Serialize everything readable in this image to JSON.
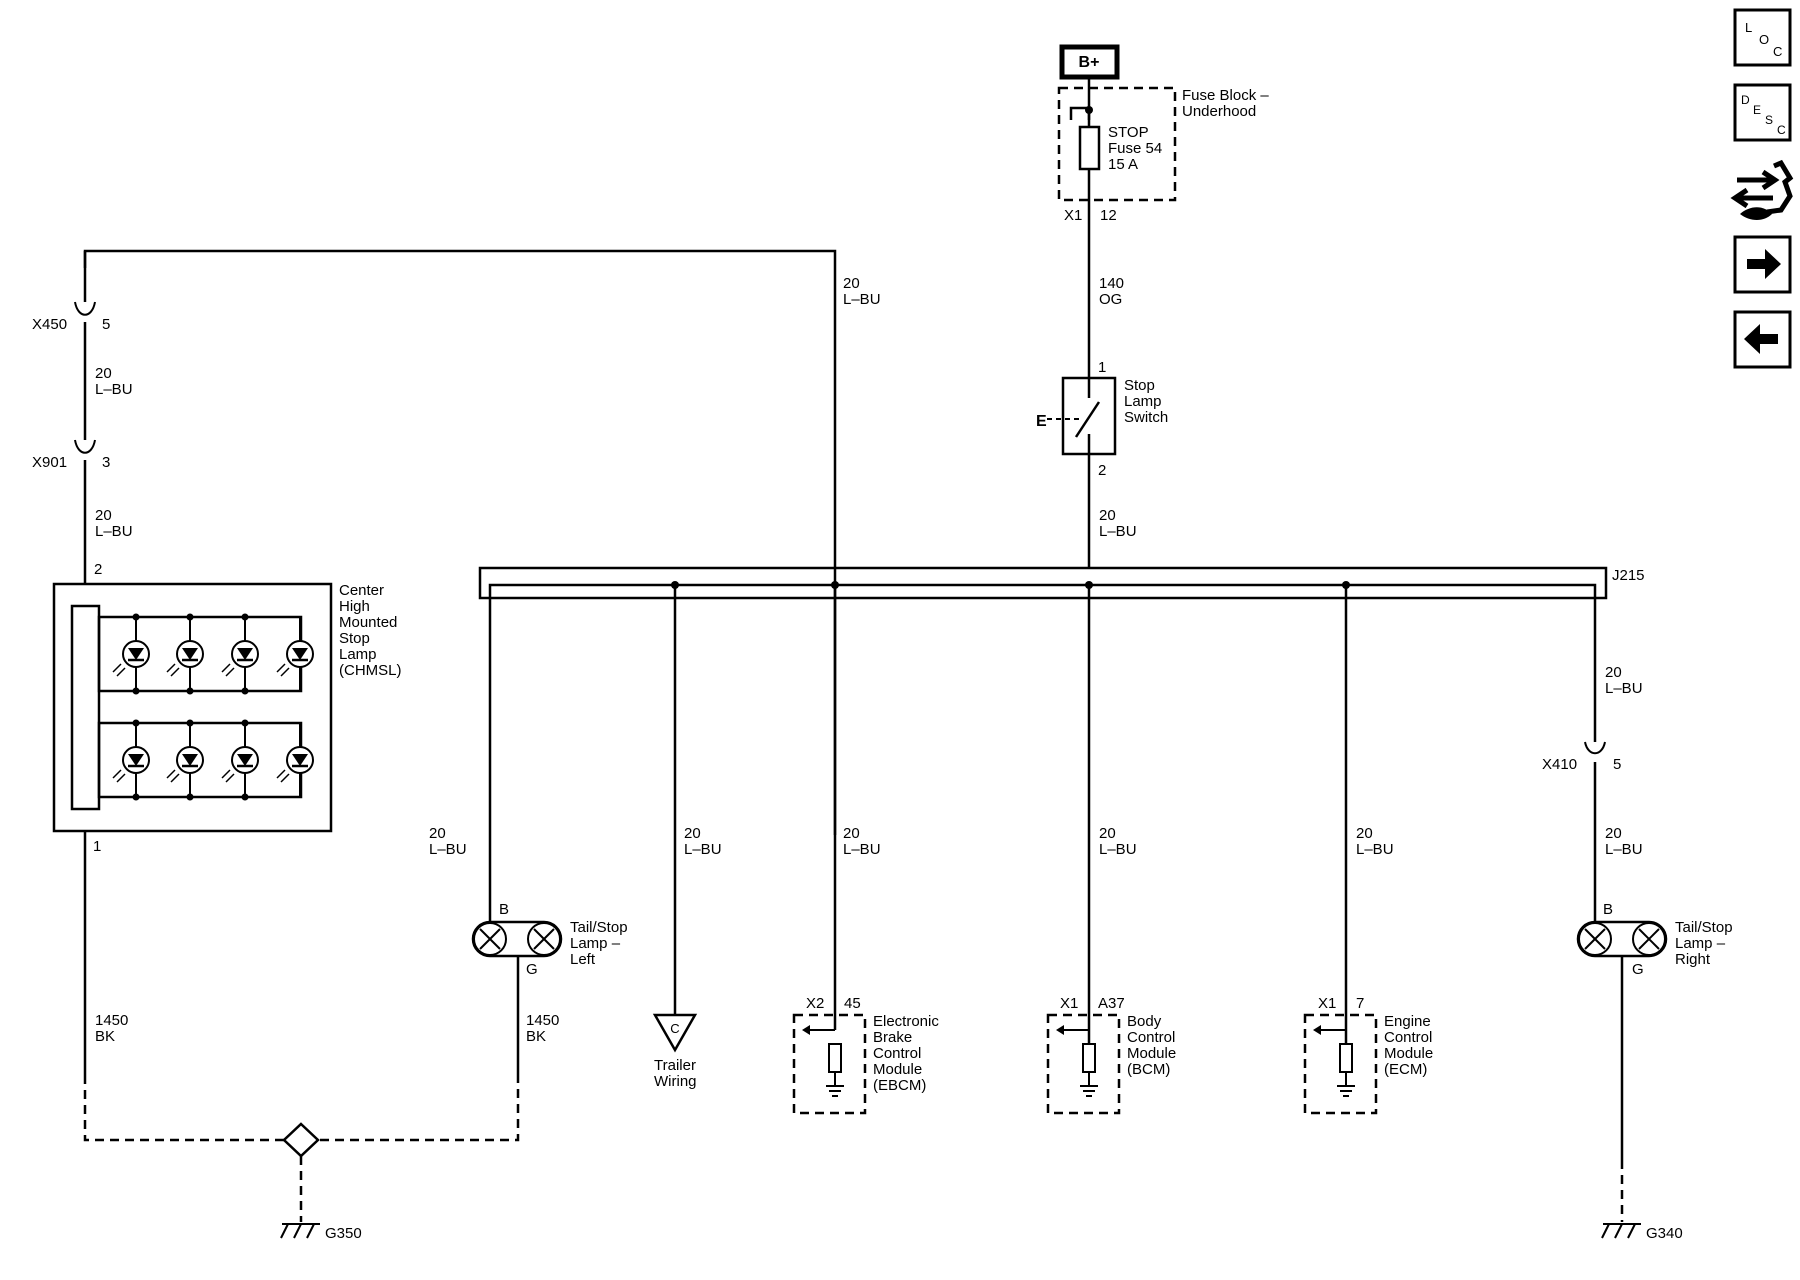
{
  "power": {
    "source": "B+"
  },
  "fuse_block": {
    "name_line1": "Fuse Block –",
    "name_line2": "Underhood",
    "fuse_line1": "STOP",
    "fuse_line2": "Fuse 54",
    "fuse_line3": "15 A",
    "conn": "X1",
    "pin": "12"
  },
  "circuits": {
    "supply": {
      "num": "140",
      "color": "OG"
    },
    "signal": {
      "num": "20",
      "color": "L–BU"
    },
    "ground": {
      "num": "1450",
      "color": "BK"
    }
  },
  "stop_switch": {
    "line1": "Stop",
    "line2": "Lamp",
    "line3": "Switch",
    "pin_in": "1",
    "pin_out": "2",
    "ref": "E"
  },
  "splice": {
    "id": "J215"
  },
  "connectors": {
    "x450": {
      "name": "X450",
      "pin": "5"
    },
    "x901": {
      "name": "X901",
      "pin": "3"
    },
    "x410": {
      "name": "X410",
      "pin": "5"
    }
  },
  "chmsl": {
    "line1": "Center",
    "line2": "High",
    "line3": "Mounted",
    "line4": "Stop",
    "line5": "Lamp",
    "line6": "(CHMSL)",
    "pin_top": "2",
    "pin_bottom": "1"
  },
  "tail_left": {
    "line1": "Tail/Stop",
    "line2": "Lamp –",
    "line3": "Left",
    "pin_b": "B",
    "pin_g": "G"
  },
  "tail_right": {
    "line1": "Tail/Stop",
    "line2": "Lamp –",
    "line3": "Right",
    "pin_b": "B",
    "pin_g": "G"
  },
  "trailer": {
    "line1": "Trailer",
    "line2": "Wiring",
    "ref": "C"
  },
  "ebcm": {
    "conn": "X2",
    "pin": "45",
    "line1": "Electronic",
    "line2": "Brake",
    "line3": "Control",
    "line4": "Module",
    "line5": "(EBCM)"
  },
  "bcm": {
    "conn": "X1",
    "pin": "A37",
    "line1": "Body",
    "line2": "Control",
    "line3": "Module",
    "line4": "(BCM)"
  },
  "ecm": {
    "conn": "X1",
    "pin": "7",
    "line1": "Engine",
    "line2": "Control",
    "line3": "Module",
    "line4": "(ECM)"
  },
  "grounds": {
    "g350": "G350",
    "g340": "G340"
  },
  "nav": {
    "loc": {
      "l": "L",
      "o": "O",
      "c": "C"
    },
    "desc": {
      "d": "D",
      "e": "E",
      "s": "S",
      "c": "C"
    }
  }
}
